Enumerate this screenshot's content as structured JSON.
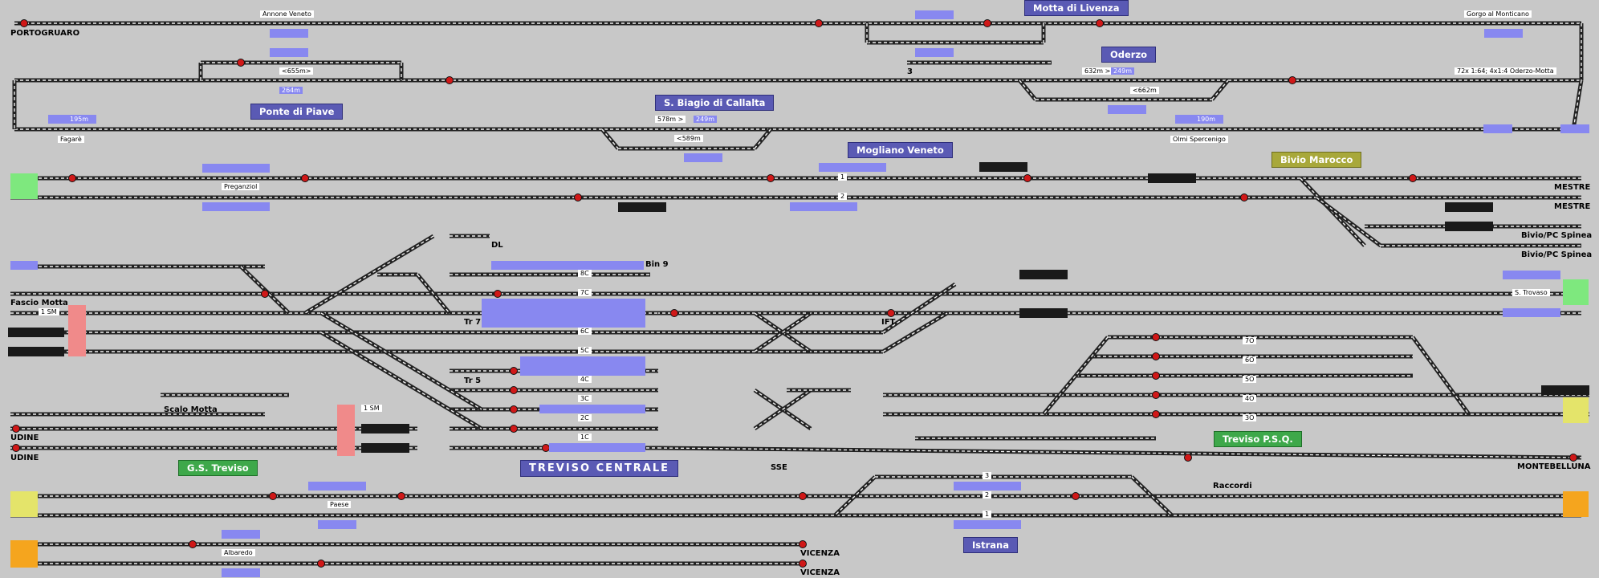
{
  "terminals": {
    "portogruaro": "PORTOGRUARO",
    "mestre_1": "MESTRE",
    "mestre_2": "MESTRE",
    "bivio_spinea_1": "Bivio/PC Spinea",
    "bivio_spinea_2": "Bivio/PC Spinea",
    "udine_1": "UDINE",
    "udine_2": "UDINE",
    "montebelluna": "MONTEBELLUNA",
    "vicenza_1": "VICENZA",
    "vicenza_2": "VICENZA",
    "fascio_motta": "Fascio Motta",
    "scalo_motta": "Scalo Motta",
    "raccordi": "Raccordi",
    "sse": "SSE",
    "dl": "DL",
    "bin9": "Bin 9",
    "tr7": "Tr 7",
    "tr5": "Tr 5",
    "ift": "IFT"
  },
  "stations": {
    "motta": "Motta di Livenza",
    "oderzo": "Oderzo",
    "ponte_piave": "Ponte di Piave",
    "s_biagio": "S. Biagio di Callalta",
    "mogliano": "Mogliano Veneto",
    "bivio_marocco": "Bivio Marocco",
    "treviso_centrale": "TREVISO CENTRALE",
    "treviso_psq": "Treviso P.S.Q.",
    "gs_treviso": "G.S. Treviso",
    "istrana": "Istrana"
  },
  "locations": {
    "annone": "Annone Veneto",
    "gorgo": "Gorgo al Monticano",
    "fagare": "Fagarè",
    "olmi": "Olmi Spercenigo",
    "preganziol": "Preganziol",
    "s_trovaso": "S. Trovaso",
    "paese": "Paese",
    "albaredo": "Albaredo"
  },
  "info": {
    "scale": "72x 1:64; 4x1:4 Oderzo-Motta"
  },
  "measures": {
    "m655": "<655m>",
    "m264": "264m",
    "m195": "195m",
    "m578": "578m >",
    "m589": "<589m",
    "m249": "249m",
    "m632": "632m >",
    "m249b": "249m",
    "m662": "<662m",
    "m190": "190m"
  },
  "platforms": {
    "p8c": "8C",
    "p7c": "7C",
    "p6c": "6C",
    "p5c": "5C",
    "p4c": "4C",
    "p3c": "3C",
    "p2c": "2C",
    "p1c": "1C",
    "p7o": "7O",
    "p6o": "6O",
    "p5o": "5O",
    "p4o": "4O",
    "p3o": "3O",
    "m1": "1",
    "m2": "2",
    "i3": "3",
    "i2": "2",
    "i1": "1",
    "sm1": "1 SM",
    "sm2": "1 SM",
    "odz3": "3"
  },
  "colors": {
    "background": "#c8c8c8",
    "track": "#222222",
    "signal": "#d01818",
    "block_blue": "#8888f0",
    "station_blue": "#5a5ab4",
    "panel_green": "#7ee87e",
    "panel_yellow": "#e4e46a",
    "panel_orange": "#f5a51e",
    "panel_red": "#f08a8a"
  }
}
